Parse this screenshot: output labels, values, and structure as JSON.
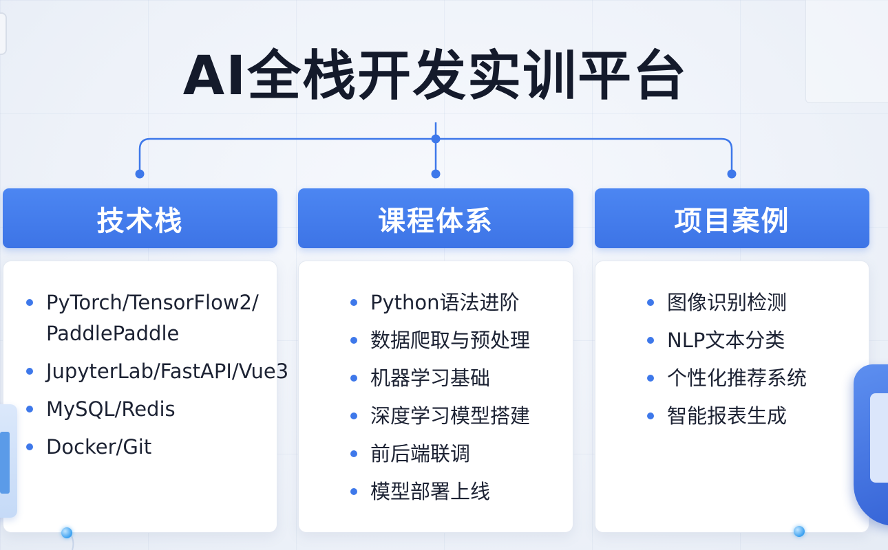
{
  "title": "AI全栈开发实训平台",
  "columns": [
    {
      "header": "技术栈",
      "items": [
        "PyTorch/TensorFlow2/ PaddlePaddle",
        "JupyterLab/FastAPI/Vue3",
        "MySQL/Redis",
        "Docker/Git"
      ]
    },
    {
      "header": "课程体系",
      "items": [
        "Python语法进阶",
        "数据爬取与预处理",
        "机器学习基础",
        "深度学习模型搭建",
        "前后端联调",
        "模型部署上线"
      ]
    },
    {
      "header": "项目案例",
      "items": [
        "图像识别检测",
        "NLP文本分类",
        "个性化推荐系统",
        "智能报表生成"
      ]
    }
  ],
  "colors": {
    "accent": "#3d74e6",
    "connector": "#3e78ea",
    "title_text": "#141a2b",
    "body_text": "#1c2233"
  }
}
